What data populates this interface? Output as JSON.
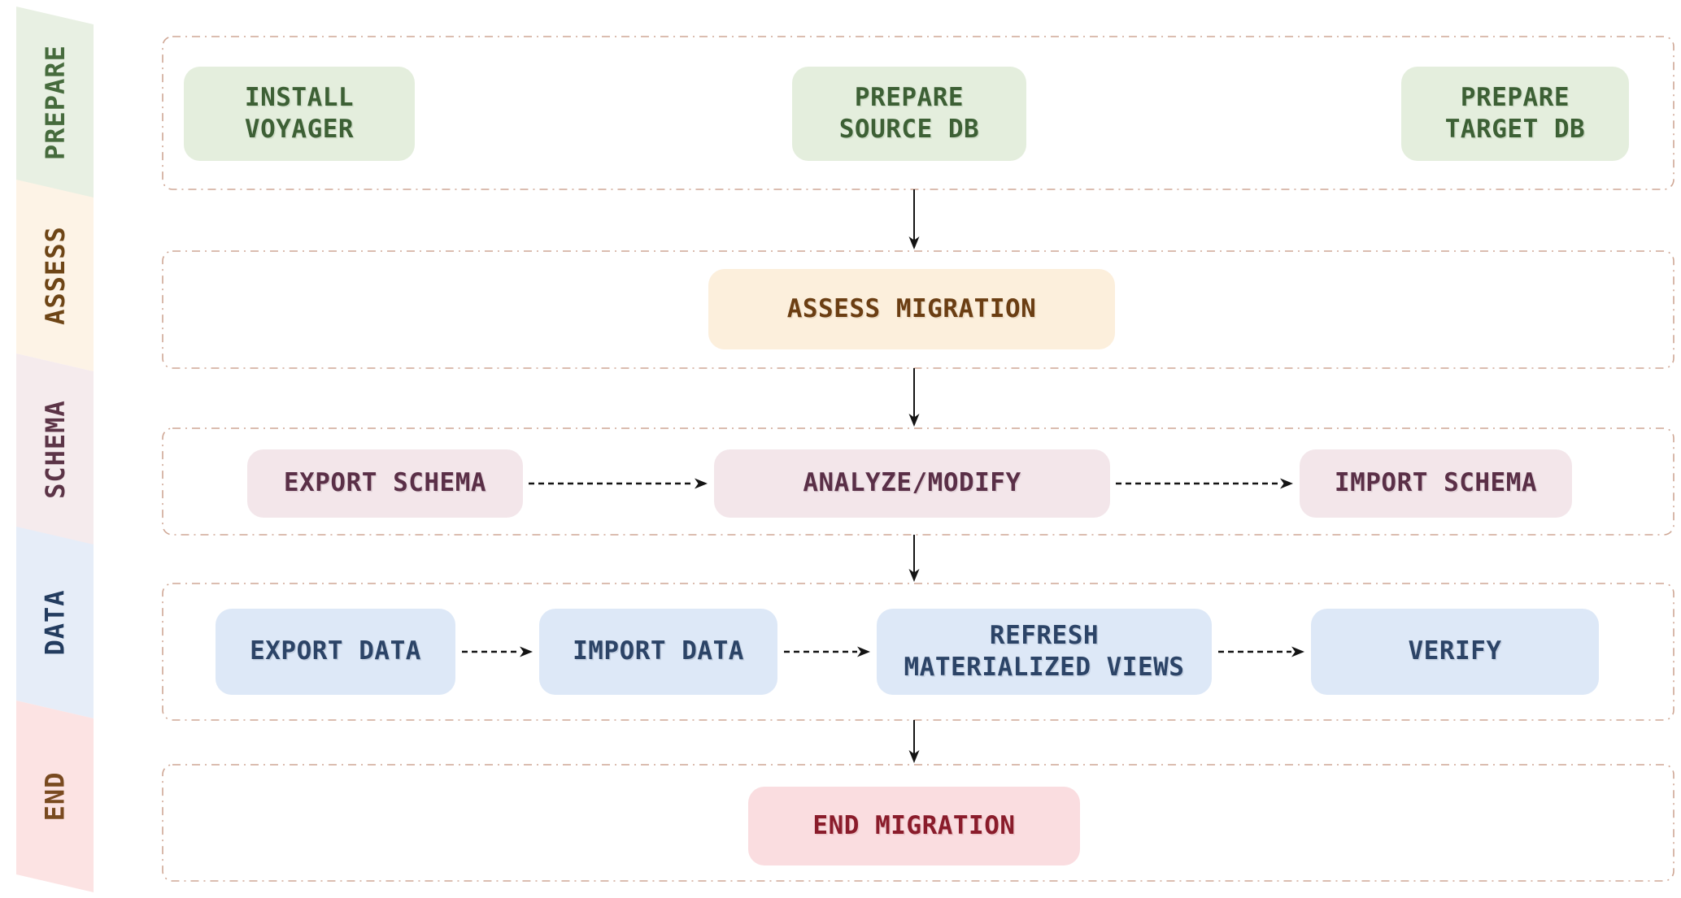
{
  "diagram_title": "",
  "sidebar": {
    "bands": [
      {
        "label": "PREPARE",
        "bg": "#e8f0e3",
        "text_color": "#466b3d"
      },
      {
        "label": "ASSESS",
        "bg": "#fdf3e6",
        "text_color": "#6e4516"
      },
      {
        "label": "SCHEMA",
        "bg": "#f5ebed",
        "text_color": "#5c3447"
      },
      {
        "label": "DATA",
        "bg": "#e6edf8",
        "text_color": "#233c5f"
      },
      {
        "label": "END",
        "bg": "#fce3e3",
        "text_color": "#794a20"
      }
    ]
  },
  "stages": [
    {
      "name": "prepare",
      "nodes": [
        {
          "label": "INSTALL\nVOYAGER"
        },
        {
          "label": "PREPARE\nSOURCE DB"
        },
        {
          "label": "PREPARE\nTARGET DB"
        }
      ]
    },
    {
      "name": "assess",
      "nodes": [
        {
          "label": "ASSESS MIGRATION"
        }
      ]
    },
    {
      "name": "schema",
      "nodes": [
        {
          "label": "EXPORT SCHEMA"
        },
        {
          "label": "ANALYZE/MODIFY"
        },
        {
          "label": "IMPORT SCHEMA"
        }
      ]
    },
    {
      "name": "data",
      "nodes": [
        {
          "label": "EXPORT DATA"
        },
        {
          "label": "IMPORT DATA"
        },
        {
          "label": "REFRESH\nMATERIALIZED VIEWS"
        },
        {
          "label": "VERIFY"
        }
      ]
    },
    {
      "name": "end",
      "nodes": [
        {
          "label": "END MIGRATION"
        }
      ]
    }
  ],
  "connections": [
    {
      "from": "PREPARE SOURCE DB",
      "to": "ASSESS MIGRATION",
      "style": "solid-vertical"
    },
    {
      "from": "ASSESS MIGRATION",
      "to": "ANALYZE/MODIFY",
      "style": "solid-vertical"
    },
    {
      "from": "ANALYZE/MODIFY",
      "to": "REFRESH MATERIALIZED VIEWS",
      "style": "solid-vertical"
    },
    {
      "from": "REFRESH MATERIALIZED VIEWS",
      "to": "END MIGRATION",
      "style": "solid-vertical"
    },
    {
      "from": "EXPORT SCHEMA",
      "to": "ANALYZE/MODIFY",
      "style": "dashed-horizontal"
    },
    {
      "from": "ANALYZE/MODIFY",
      "to": "IMPORT SCHEMA",
      "style": "dashed-horizontal"
    },
    {
      "from": "EXPORT DATA",
      "to": "IMPORT DATA",
      "style": "dashed-horizontal"
    },
    {
      "from": "IMPORT DATA",
      "to": "REFRESH MATERIALIZED VIEWS",
      "style": "dashed-horizontal"
    },
    {
      "from": "REFRESH MATERIALIZED VIEWS",
      "to": "VERIFY",
      "style": "dashed-horizontal"
    }
  ],
  "colors": {
    "page_bg": "#ffffff",
    "row_border": "#cfa795",
    "arrow": "#141414",
    "prepare_node_bg": "#e4eedd",
    "prepare_text": "#3d6035",
    "assess_node_bg": "#fcefdc",
    "assess_text": "#6b3e13",
    "schema_node_bg": "#f3e6ea",
    "schema_text": "#5a2f47",
    "data_node_bg": "#dde8f7",
    "data_text": "#2c4467",
    "end_node_bg": "#fadde0",
    "end_text": "#8a1c2b"
  }
}
